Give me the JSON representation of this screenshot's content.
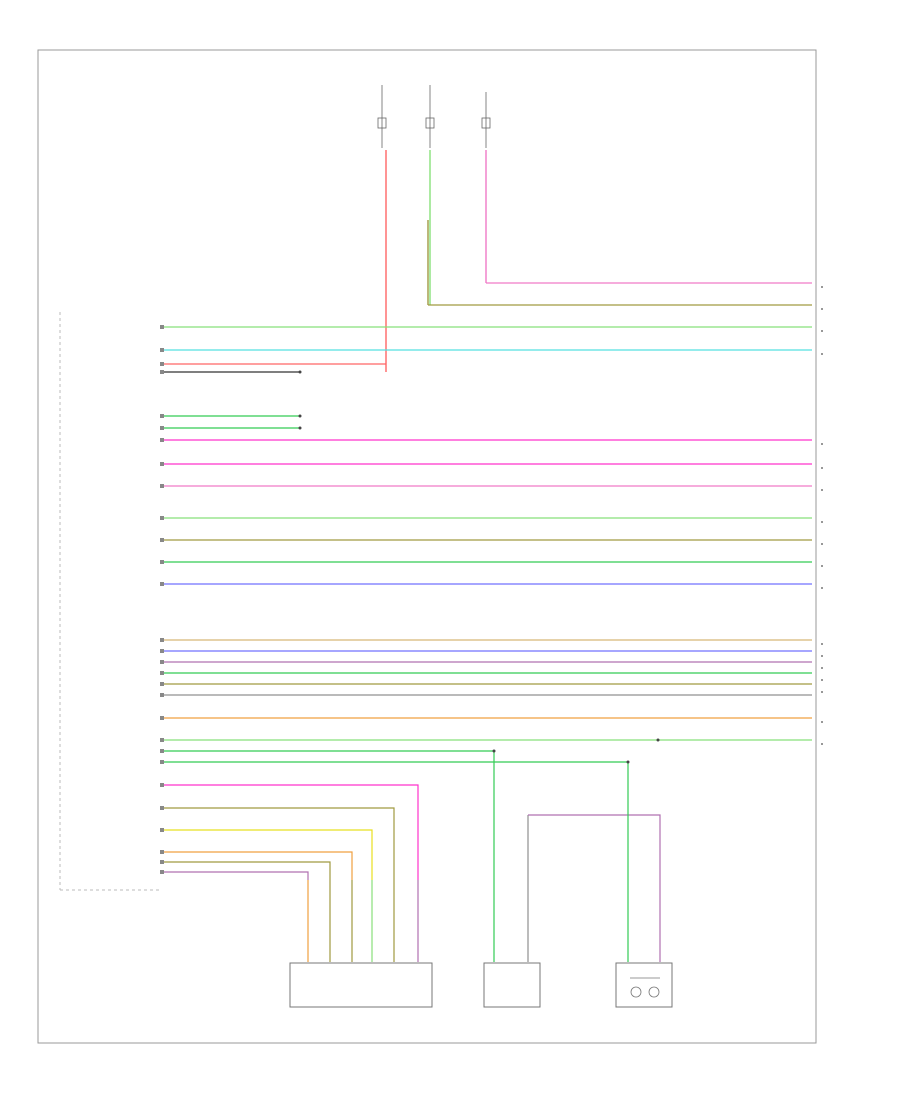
{
  "diagram": {
    "corner_label": "",
    "fuse_labels": [
      {
        "id": "f1",
        "text": ""
      },
      {
        "id": "f2",
        "text": ""
      },
      {
        "id": "f3",
        "text": ""
      }
    ],
    "module_label": "",
    "left_signals": [
      {
        "name": "",
        "wire": ""
      }
    ],
    "components": [
      {
        "id": "sensor-block",
        "name": ""
      },
      {
        "id": "switch-block",
        "name": ""
      },
      {
        "id": "clutch-block",
        "name": ""
      }
    ]
  },
  "colors": {
    "pink": "#f07ac8",
    "magenta": "#ff33cc",
    "green": "#33cc55",
    "light_green": "#88e07a",
    "cyan": "#55e0e0",
    "red": "#ff6666",
    "olive": "#a09a40",
    "blue": "#7070ff",
    "orange": "#f0a040",
    "tan": "#d8b878",
    "violet": "#b070b0",
    "yellow": "#e8e020",
    "gray": "#909090",
    "black": "#333333"
  }
}
